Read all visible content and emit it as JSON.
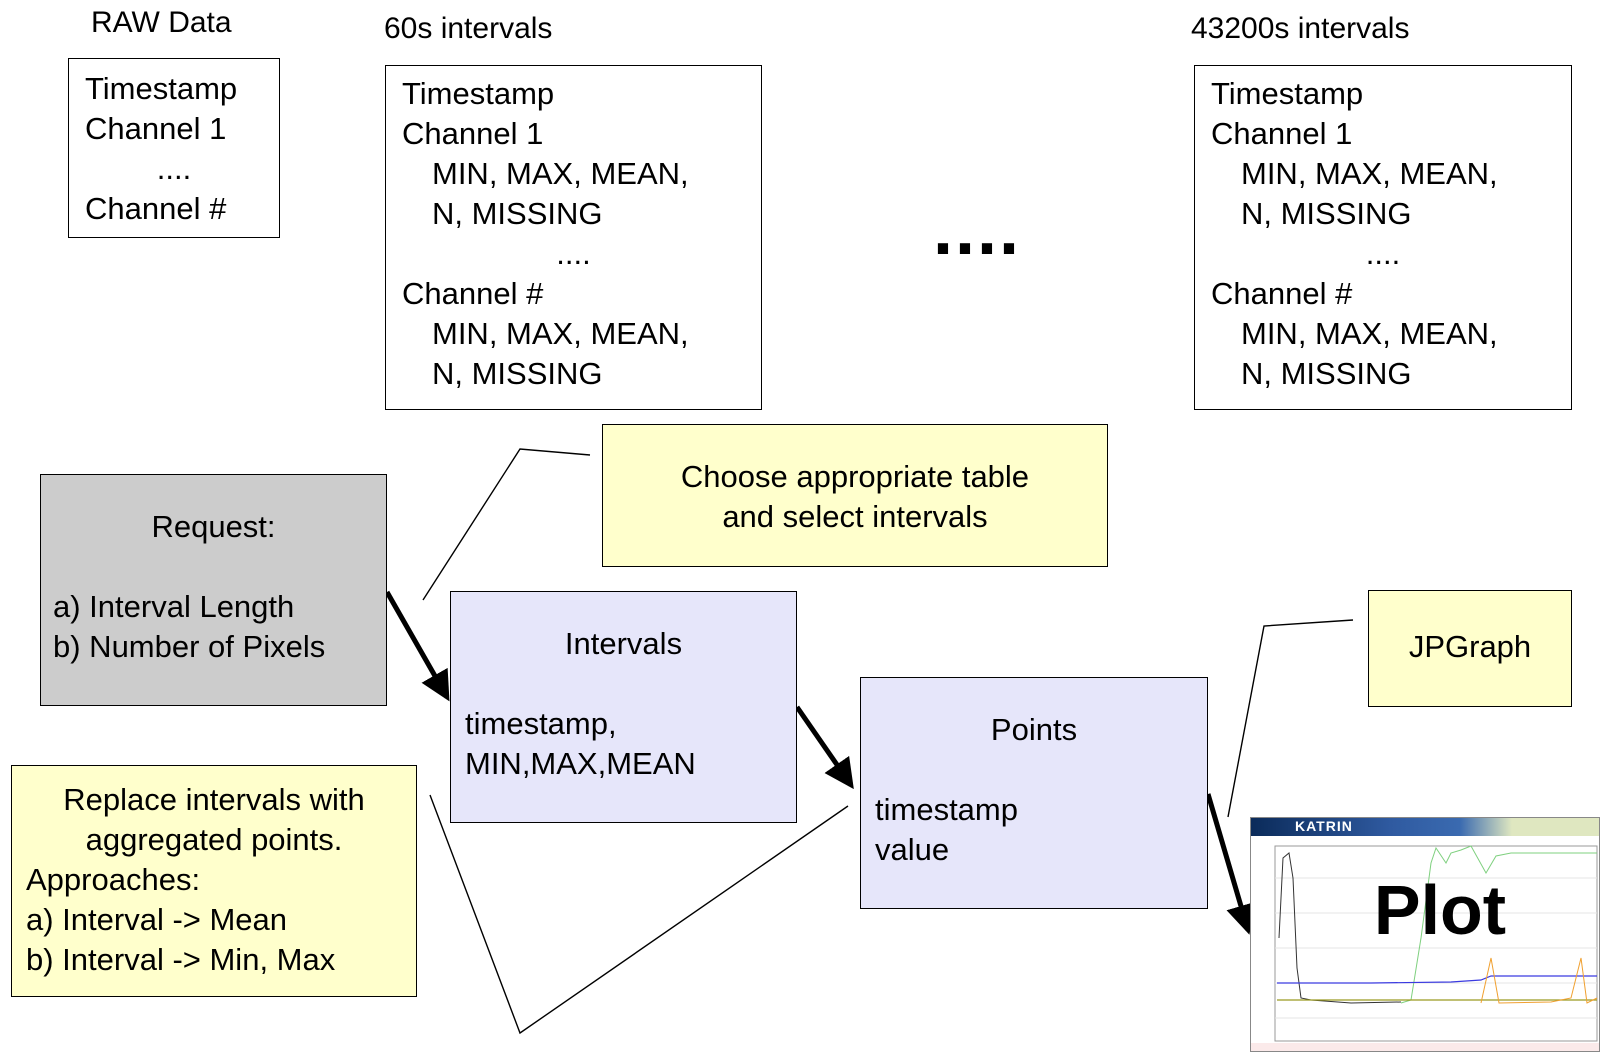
{
  "raw": {
    "caption": "RAW Data",
    "lines": [
      "Timestamp",
      "Channel 1",
      "....",
      "Channel #"
    ]
  },
  "t60": {
    "caption": "60s intervals",
    "lines": [
      "Timestamp",
      "Channel 1",
      "MIN, MAX, MEAN,",
      "N, MISSING",
      "....",
      "Channel #",
      "MIN, MAX, MEAN,",
      "N, MISSING"
    ]
  },
  "ellipsis": "....",
  "t43200": {
    "caption": "43200s intervals",
    "lines": [
      "Timestamp",
      "Channel 1",
      "MIN, MAX, MEAN,",
      "N, MISSING",
      "....",
      "Channel #",
      "MIN, MAX, MEAN,",
      "N, MISSING"
    ]
  },
  "request": {
    "title": "Request:",
    "lines": [
      "a) Interval Length",
      "b) Number of Pixels"
    ]
  },
  "choose_note": {
    "lines": [
      "Choose appropriate table",
      "and select intervals"
    ]
  },
  "intervals": {
    "title": "Intervals",
    "lines": [
      "timestamp,",
      "MIN,MAX,MEAN"
    ]
  },
  "replace_note": {
    "lines": [
      "Replace intervals with",
      "aggregated points.",
      "Approaches:",
      "a) Interval -> Mean",
      "b) Interval -> Min, Max"
    ]
  },
  "points": {
    "title": "Points",
    "lines": [
      "timestamp",
      "value"
    ]
  },
  "jpgraph": {
    "label": "JPGraph"
  },
  "plot": {
    "label": "Plot",
    "logo": "KATRIN"
  },
  "colors": {
    "request_fill": "#cccccc",
    "process_fill": "#e6e6fa",
    "note_fill": "#ffffcc"
  }
}
